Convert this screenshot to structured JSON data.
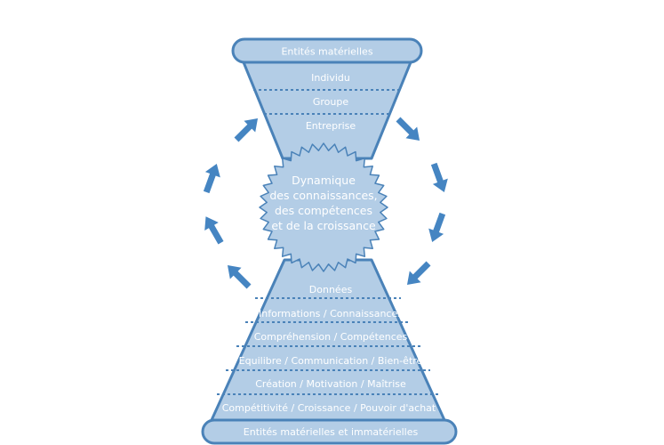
{
  "colors": {
    "stroke": "#4a82b8",
    "fill": "#b3cde6",
    "arrow": "#4585c2",
    "text": "#ffffff"
  },
  "top": {
    "banner": "Entités matérielles",
    "layers": [
      "Individu",
      "Groupe",
      "Entreprise"
    ]
  },
  "center": {
    "lines": [
      "Dynamique",
      "des connaissances,",
      "des compétences",
      "et de la croissance"
    ]
  },
  "bottom": {
    "layers": [
      "Données",
      "Informations / Connaissances",
      "Compréhension / Compétences",
      "Equilibre / Communication / Bien-être",
      "Création / Motivation / Maîtrise",
      "Compétitivité / Croissance / Pouvoir d'achat"
    ],
    "banner": "Entités matérielles et immatérielles"
  },
  "icons": {
    "cycle_arrows": "cycle-arrow-icon"
  }
}
